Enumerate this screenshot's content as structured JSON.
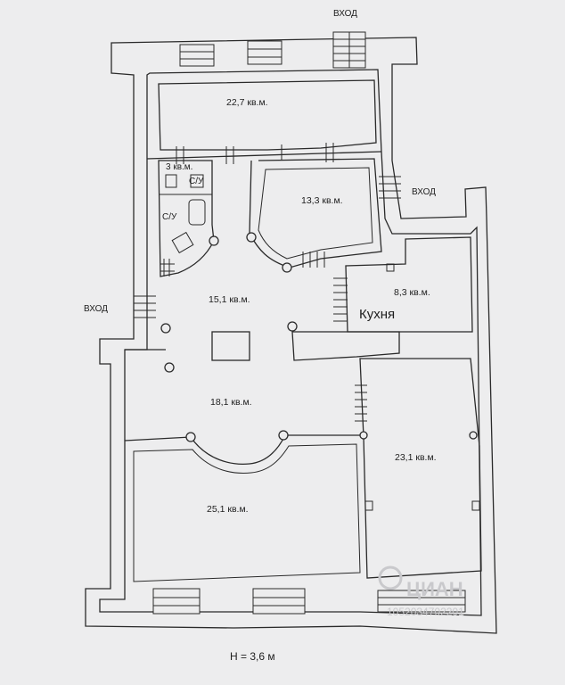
{
  "entrances": {
    "top": "ВХОД",
    "right": "ВХОД",
    "left": "ВХОД"
  },
  "rooms": {
    "r1": "22,7 кв.м.",
    "r2": "13,3 кв.м.",
    "r3": "3 кв.м.",
    "r4": "С/У",
    "r5": "С/У",
    "r6": "8,3 кв.м.",
    "r7": "Кухня",
    "r8": "15,1 кв.м.",
    "r9": "18,1 кв.м.",
    "r10": "23,1 кв.м.",
    "r11": "25,1 кв.м."
  },
  "ceiling_height": "H = 3,6 м",
  "watermark": {
    "brand": "ЦИАН",
    "number": "1052034702201"
  }
}
